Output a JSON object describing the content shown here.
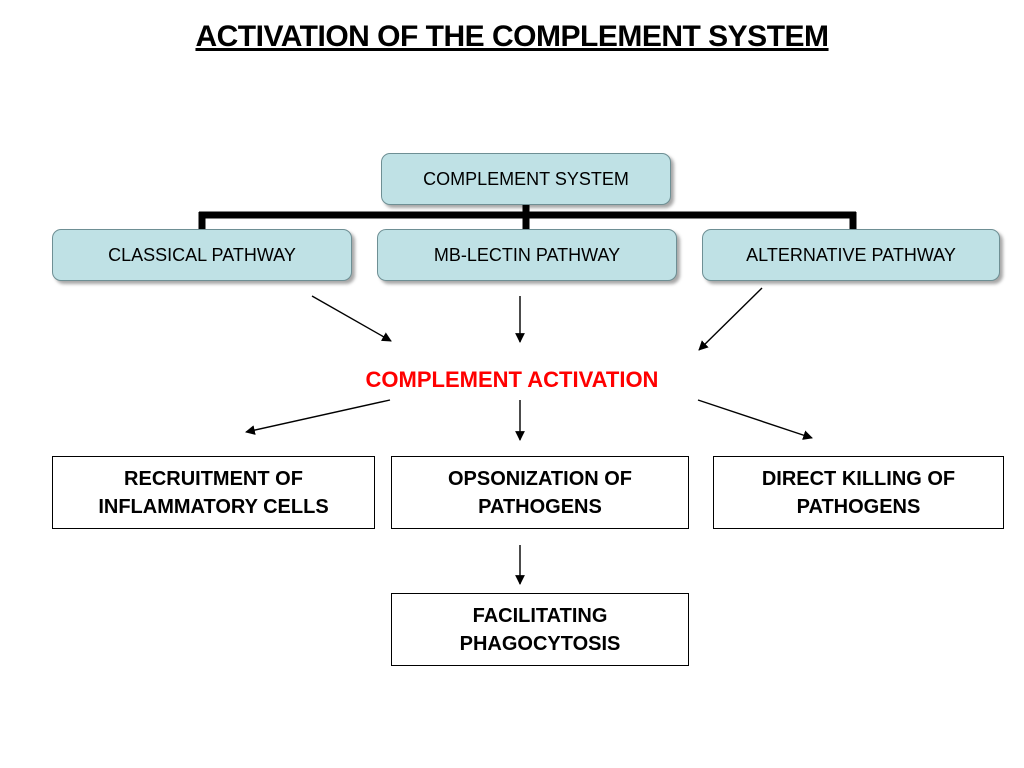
{
  "title": "ACTIVATION OF THE COMPLEMENT SYSTEM",
  "root_node": {
    "label": "COMPLEMENT SYSTEM"
  },
  "pathways": [
    {
      "label": "CLASSICAL PATHWAY"
    },
    {
      "label": "MB-LECTIN PATHWAY"
    },
    {
      "label": "ALTERNATIVE PATHWAY"
    }
  ],
  "activation": {
    "label": "COMPLEMENT ACTIVATION",
    "color": "#ff0000"
  },
  "outcomes": [
    {
      "label": "RECRUITMENT OF\nINFLAMMATORY CELLS"
    },
    {
      "label": "OPSONIZATION OF\nPATHOGENS"
    },
    {
      "label": "DIRECT KILLING OF\nPATHOGENS"
    }
  ],
  "final_node": {
    "label": "FACILITATING\nPHAGOCYTOSIS"
  },
  "colors": {
    "pill_fill": "#bfe1e5",
    "pill_border": "#6e8f94",
    "tree_line": "#000000"
  }
}
